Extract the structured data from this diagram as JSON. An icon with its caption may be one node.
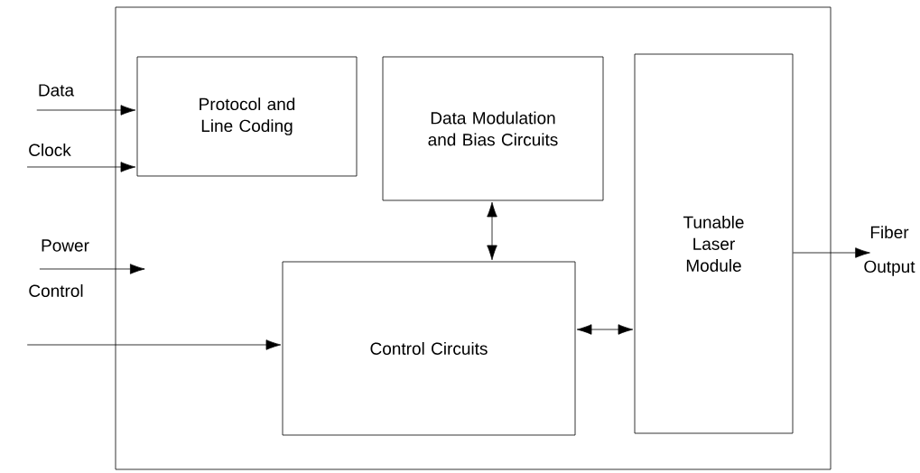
{
  "diagram": {
    "nodes": [
      {
        "text": [],
        "shape": "box"
      },
      {
        "text": [
          "Protocol and Line Coding"
        ],
        "in": 0
      },
      {
        "text": [
          "Data Modulation and Bias Circuits"
        ],
        "in": 0
      },
      {
        "text": [
          "Tunable Laser Module"
        ],
        "in": 0
      },
      {
        "text": [
          "Control Circuits"
        ],
        "in": 0
      },
      {
        "text": [
          "Data"
        ]
      },
      {
        "text": [
          "Clock"
        ]
      },
      {
        "text": [
          "Power"
        ]
      },
      {
        "text": [
          "Control"
        ]
      },
      {
        "text": [
          "Fiber",
          "Output"
        ]
      }
    ],
    "edges": [
      {
        "from": 5,
        "to": 1,
        "arrow": "to"
      },
      {
        "from": 6,
        "to": 1,
        "arrow": "to"
      },
      {
        "from": 7,
        "to": null,
        "arrow": "to"
      },
      {
        "from": 8,
        "to": 4,
        "arrow": "to"
      },
      {
        "from": 2,
        "to": 4,
        "arrow": "both"
      },
      {
        "from": 4,
        "to": 3,
        "arrow": "both"
      },
      {
        "from": 3,
        "to": 9,
        "arrow": "to"
      }
    ]
  }
}
